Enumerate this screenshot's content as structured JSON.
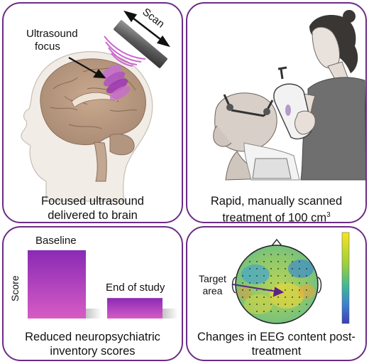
{
  "panels": {
    "focused": {
      "caption_line1": "Focused ultrasound",
      "caption_line2": "delivered to brain",
      "focus_label_line1": "Ultrasound",
      "focus_label_line2": "focus",
      "scan_label": "Scan"
    },
    "rapid": {
      "caption_line1": "Rapid, manually scanned",
      "caption_line2": "treatment of 100 cm",
      "caption_superscript": "3"
    },
    "scores": {
      "caption_line1": "Reduced neuropsychiatric",
      "caption_line2": "inventory scores",
      "ylabel": "Score",
      "baseline_label": "Baseline",
      "end_label": "End of study"
    },
    "eeg": {
      "caption_line1": "Changes in EEG content post-",
      "caption_line2": "treatment",
      "target_line1": "Target",
      "target_line2": "area"
    }
  },
  "chart_data": {
    "type": "bar",
    "categories": [
      "Baseline",
      "End of study"
    ],
    "values": [
      1.0,
      0.3
    ],
    "ylabel": "Score"
  },
  "colors": {
    "border": "#6b2c86",
    "bar_top": "#8a2ab5",
    "bar_bottom": "#d65cc4"
  }
}
